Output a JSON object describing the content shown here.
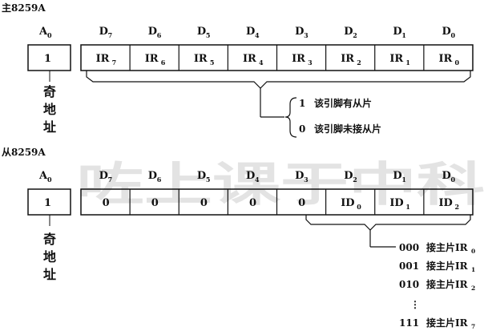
{
  "watermark": "咗上课于中科",
  "master": {
    "title": "主8259A",
    "a0": {
      "label": "A",
      "sub": "0",
      "value": "1"
    },
    "odd_address_chars": [
      "奇",
      "地",
      "址"
    ],
    "headers": [
      {
        "label": "D",
        "sub": "7"
      },
      {
        "label": "D",
        "sub": "6"
      },
      {
        "label": "D",
        "sub": "5"
      },
      {
        "label": "D",
        "sub": "4"
      },
      {
        "label": "D",
        "sub": "3"
      },
      {
        "label": "D",
        "sub": "2"
      },
      {
        "label": "D",
        "sub": "1"
      },
      {
        "label": "D",
        "sub": "0"
      }
    ],
    "cells": [
      {
        "label": "IR",
        "sub": "7"
      },
      {
        "label": "IR",
        "sub": "6"
      },
      {
        "label": "IR",
        "sub": "5"
      },
      {
        "label": "IR",
        "sub": "4"
      },
      {
        "label": "IR",
        "sub": "3"
      },
      {
        "label": "IR",
        "sub": "2"
      },
      {
        "label": "IR",
        "sub": "1"
      },
      {
        "label": "IR",
        "sub": "0"
      }
    ],
    "options": [
      {
        "code": "1",
        "text": "该引脚有从片"
      },
      {
        "code": "0",
        "text": "该引脚未接从片"
      }
    ]
  },
  "slave": {
    "title": "从8259A",
    "a0": {
      "label": "A",
      "sub": "0",
      "value": "1"
    },
    "odd_address_chars": [
      "奇",
      "地",
      "址"
    ],
    "headers": [
      {
        "label": "D",
        "sub": "7"
      },
      {
        "label": "D",
        "sub": "6"
      },
      {
        "label": "D",
        "sub": "5"
      },
      {
        "label": "D",
        "sub": "4"
      },
      {
        "label": "D",
        "sub": "3"
      },
      {
        "label": "D",
        "sub": "2"
      },
      {
        "label": "D",
        "sub": "1"
      },
      {
        "label": "D",
        "sub": "0"
      }
    ],
    "cells": [
      {
        "label": "0",
        "sub": ""
      },
      {
        "label": "0",
        "sub": ""
      },
      {
        "label": "0",
        "sub": ""
      },
      {
        "label": "0",
        "sub": ""
      },
      {
        "label": "0",
        "sub": ""
      },
      {
        "label": "ID",
        "sub": "0"
      },
      {
        "label": "ID",
        "sub": "1"
      },
      {
        "label": "ID",
        "sub": "2"
      }
    ],
    "options": [
      {
        "code": "000",
        "text": "接主片IR",
        "sub": "0"
      },
      {
        "code": "001",
        "text": "接主片IR",
        "sub": "1"
      },
      {
        "code": "010",
        "text": "接主片IR",
        "sub": "2"
      },
      {
        "code": "111",
        "text": "接主片IR",
        "sub": "7"
      }
    ],
    "ellipsis": "⋮"
  }
}
